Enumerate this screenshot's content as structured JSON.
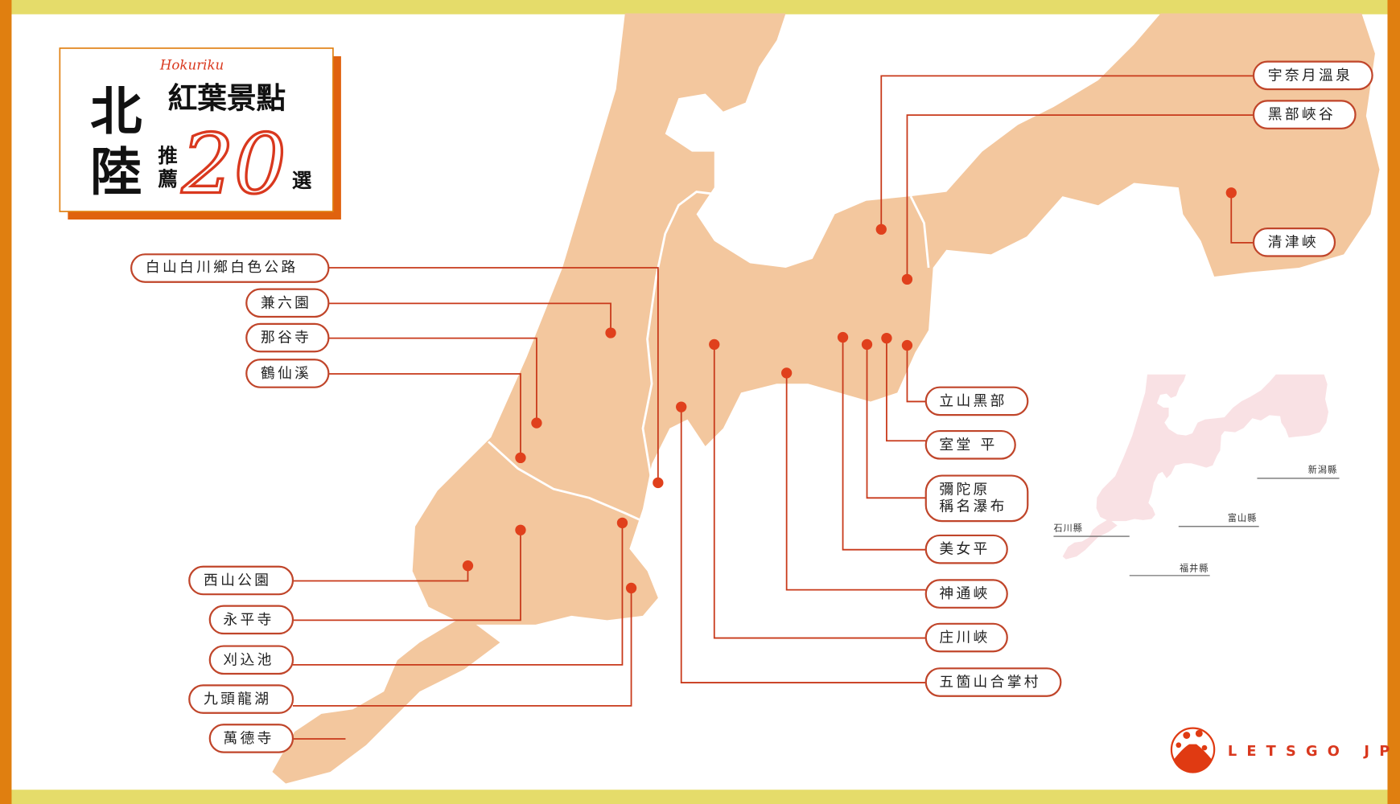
{
  "title": {
    "script": "Hokuriku",
    "region_chars": [
      "北",
      "陸"
    ],
    "headline": "紅葉景點",
    "recommend_chars": [
      "推",
      "薦"
    ],
    "number": "20",
    "select": "選"
  },
  "spots_left": [
    {
      "label": "白山白川鄉白色公路"
    },
    {
      "label": "兼六園"
    },
    {
      "label": "那谷寺"
    },
    {
      "label": "鶴仙溪"
    },
    {
      "label": "西山公園"
    },
    {
      "label": "永平寺"
    },
    {
      "label": "刈込池"
    },
    {
      "label": "九頭龍湖"
    },
    {
      "label": "萬德寺"
    }
  ],
  "spots_right": [
    {
      "label": "宇奈月溫泉"
    },
    {
      "label": "黑部峽谷"
    },
    {
      "label": "清津峽"
    },
    {
      "label": "立山黑部"
    },
    {
      "label": "室堂 平"
    },
    {
      "label": "彌陀原",
      "label2": "稱名瀑布"
    },
    {
      "label": "美女平"
    },
    {
      "label": "神通峽"
    },
    {
      "label": "庄川峽"
    },
    {
      "label": "五箇山合掌村"
    }
  ],
  "inset_map": {
    "prefectures": [
      "新潟縣",
      "富山縣",
      "石川縣",
      "福井縣"
    ]
  },
  "brand": {
    "name": "LETSGO JP"
  },
  "colors": {
    "land": "#f3c79e",
    "inset_land": "#f9e1e4",
    "accent": "#e0401c",
    "frame_top": "#e5dc6a",
    "frame_side": "#e07f10"
  }
}
